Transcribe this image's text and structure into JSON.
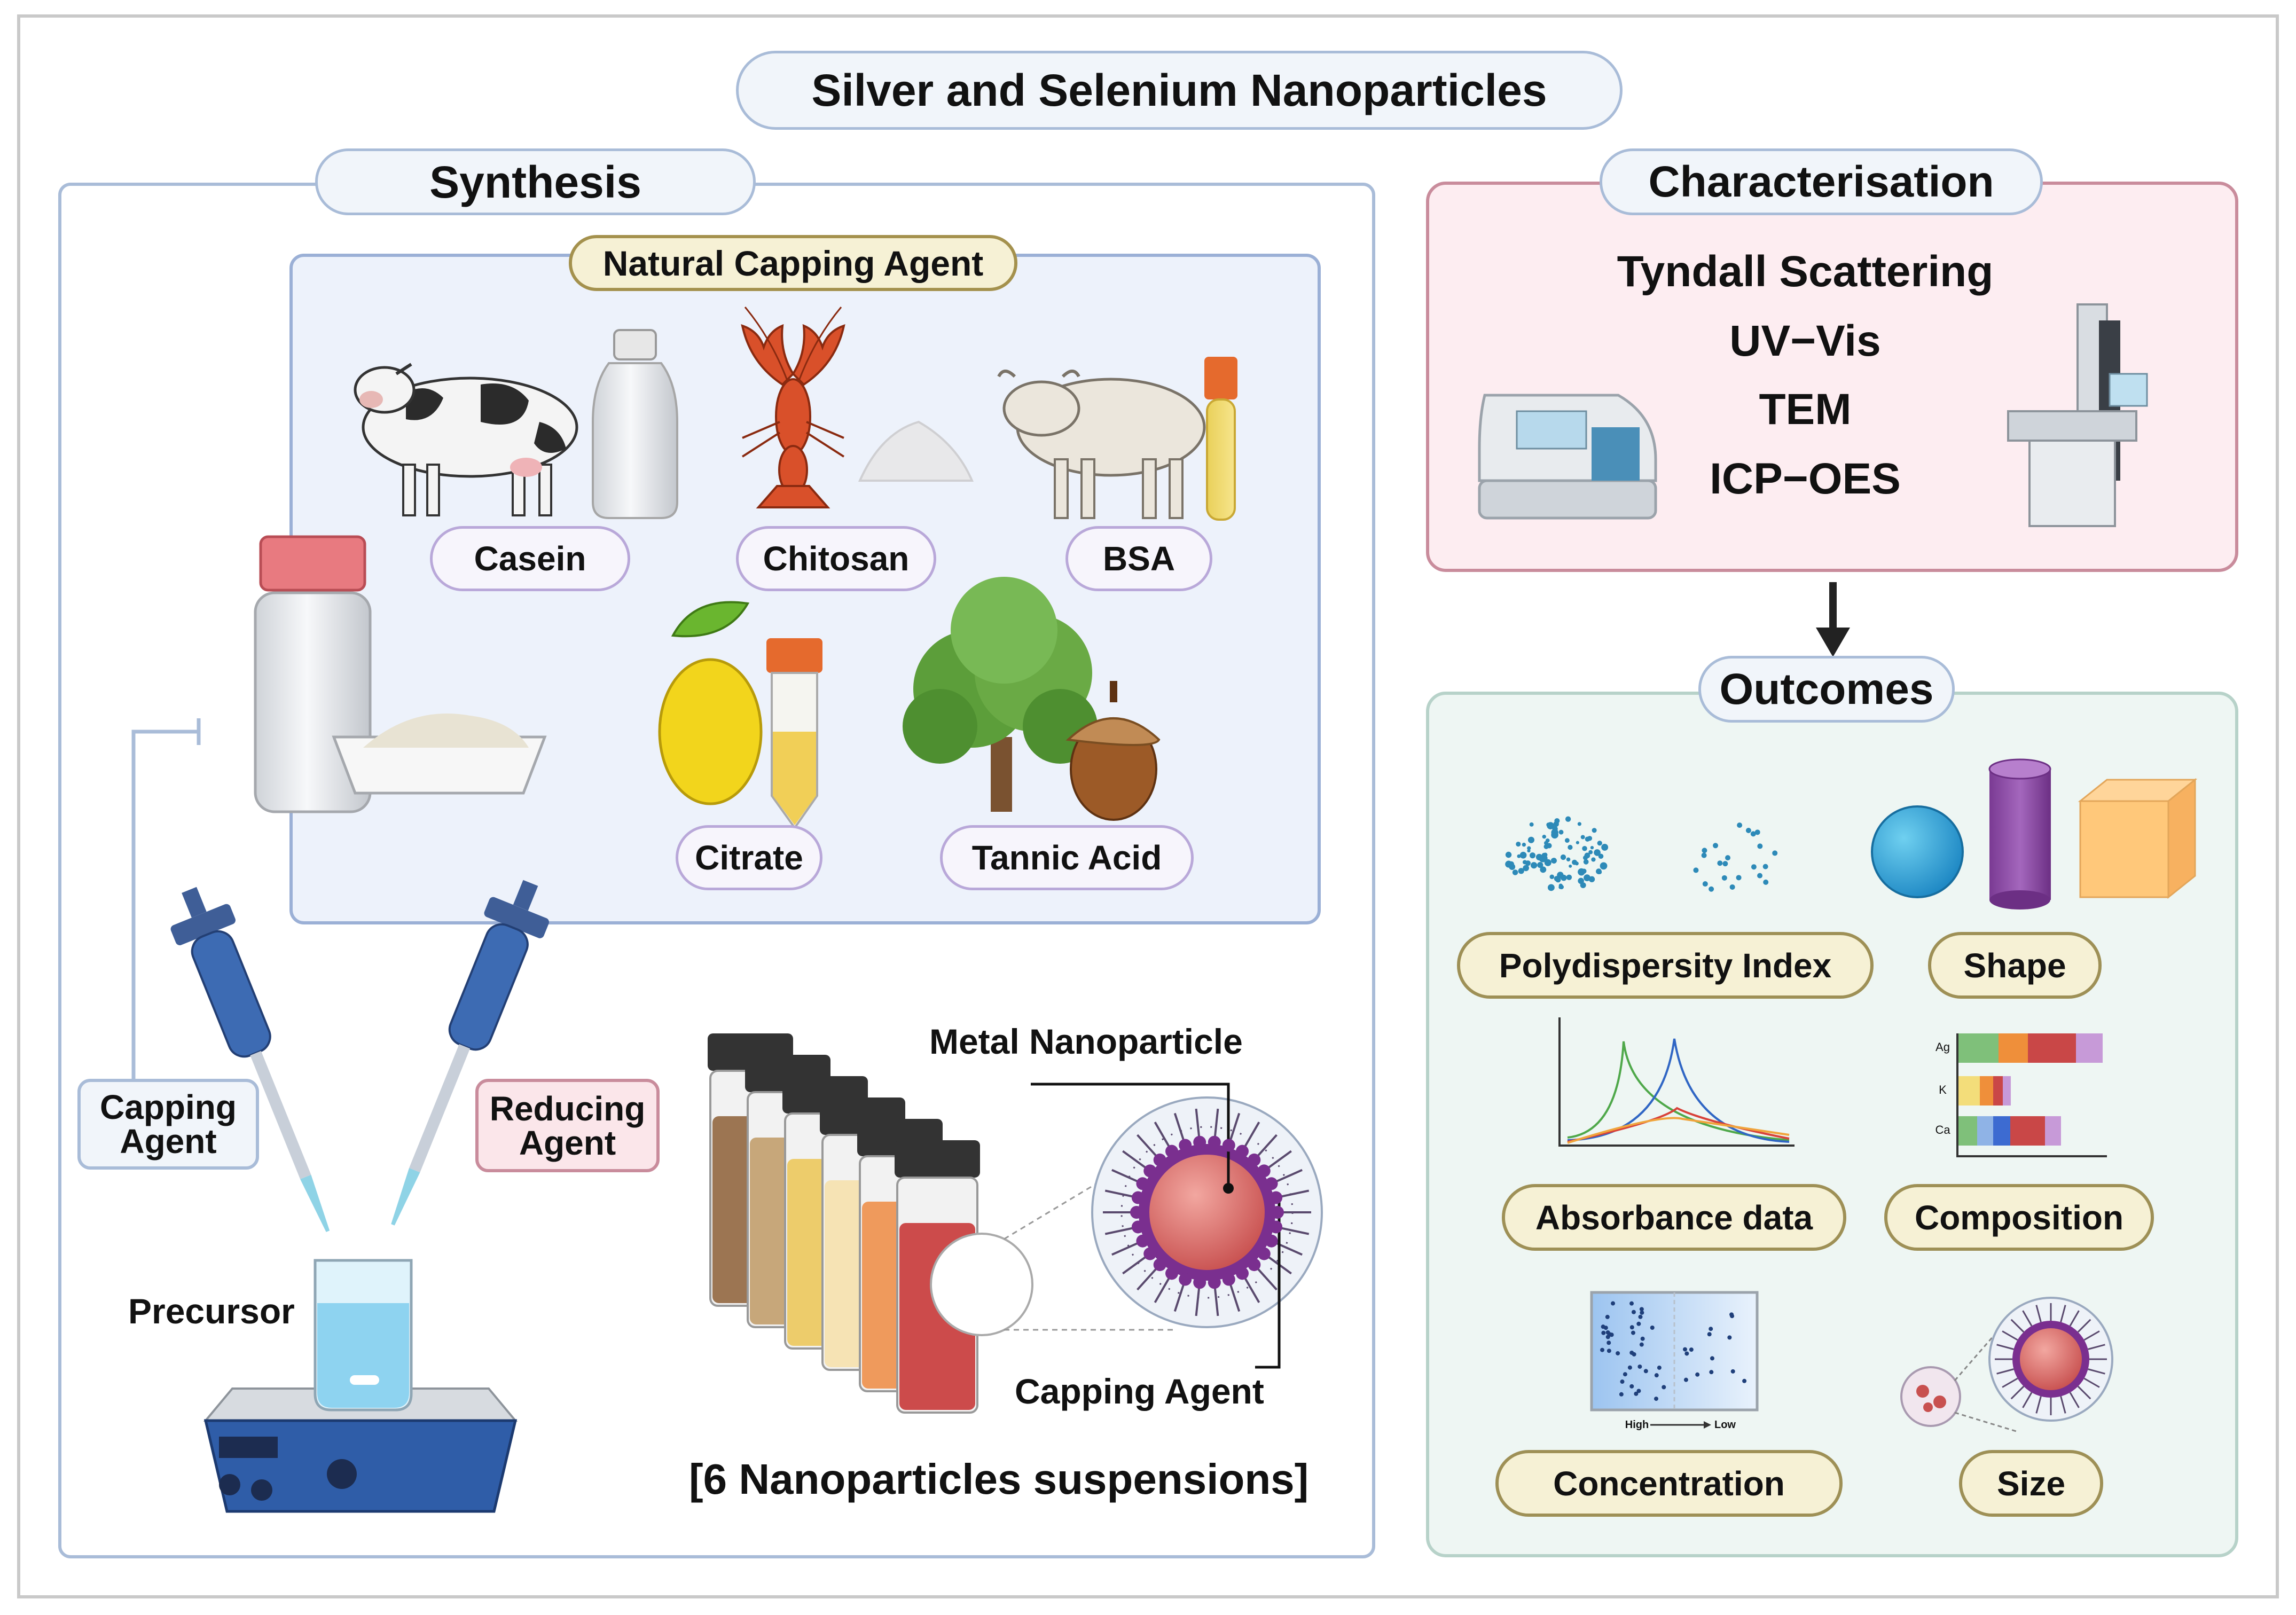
{
  "title": "Silver and Selenium Nanoparticles",
  "synthesis": {
    "header": "Synthesis",
    "natural_capping_agent": {
      "header": "Natural Capping Agent",
      "agents": [
        "Casein",
        "Chitosan",
        "BSA",
        "Citrate",
        "Tannic Acid"
      ]
    },
    "capping_agent_label": "Capping Agent",
    "reducing_agent_label": "Reducing Agent",
    "precursor_label": "Precursor",
    "metal_nanoparticle_label": "Metal Nanoparticle",
    "capping_agent_np_label": "Capping Agent",
    "suspensions_label": "[6 Nanoparticles suspensions]"
  },
  "characterisation": {
    "header": "Characterisation",
    "techniques": [
      "Tyndall Scattering",
      "UV−Vis",
      "TEM",
      "ICP−OES"
    ]
  },
  "outcomes": {
    "header": "Outcomes",
    "items": [
      "Polydispersity Index",
      "Shape",
      "Absorbance data",
      "Composition",
      "Concentration",
      "Size"
    ],
    "composition_axis_labels": [
      "Ag",
      "K",
      "Ca"
    ],
    "concentration_axis": [
      "High",
      "Low"
    ]
  },
  "colors": {
    "synthesis_border": "#a9bcd8",
    "capping_box_fill": "#edf2fb",
    "characterisation_fill": "#fdedf1",
    "characterisation_border": "#c98c9c",
    "outcomes_fill": "#eef6f3",
    "outcome_pill_fill": "#f6f1d5",
    "outcome_pill_border": "#9e9056",
    "agent_pill_border": "#b9a8d9"
  }
}
